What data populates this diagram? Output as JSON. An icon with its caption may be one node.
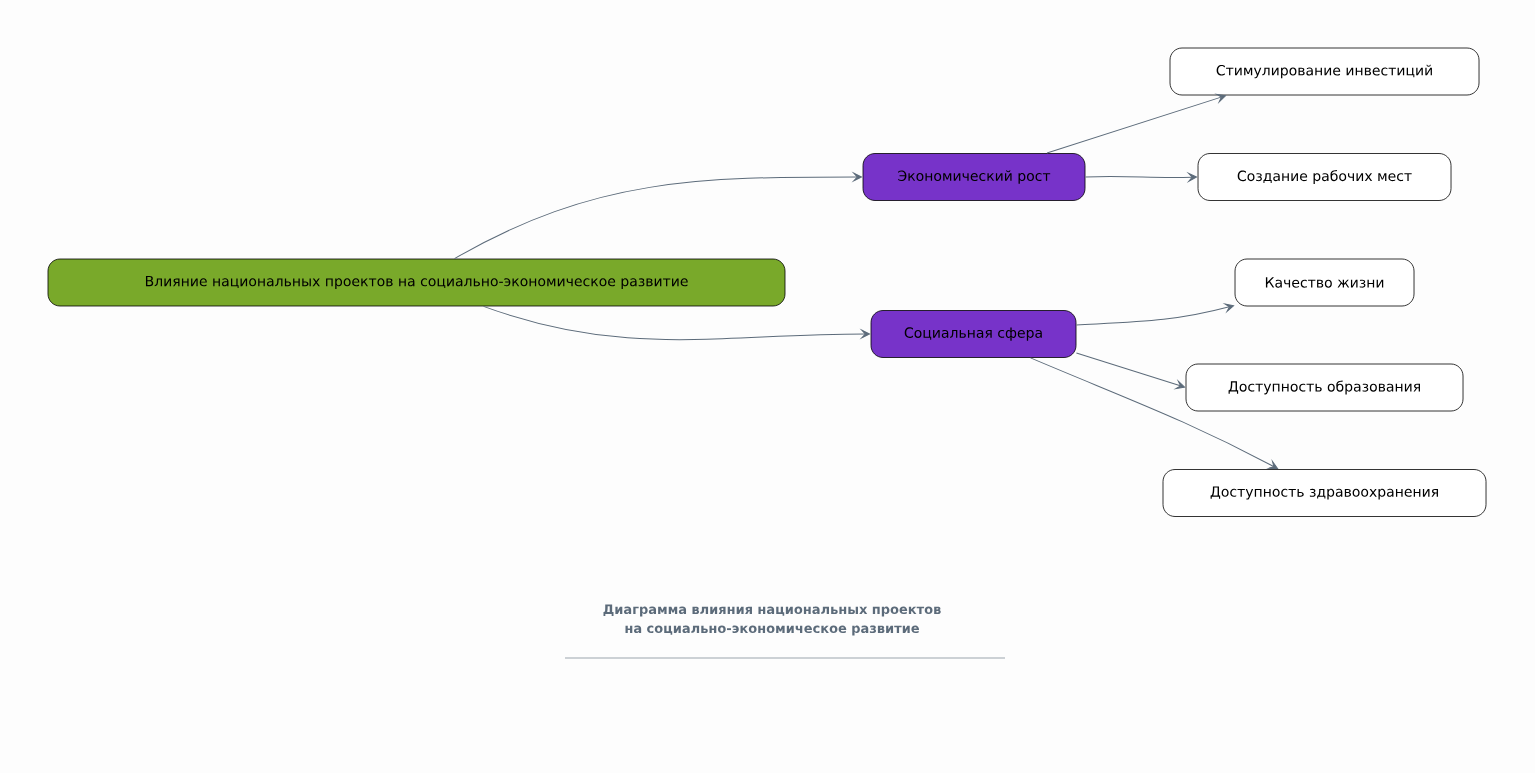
{
  "diagram": {
    "caption": "Диаграмма влияния национальных проектов на социально-экономическое развитие",
    "nodes": [
      {
        "text": [
          "Влияние национальных проектов на социально-экономическое развитие"
        ]
      },
      {
        "text": [
          "Экономический рост"
        ]
      },
      {
        "text": [
          "Стимулирование инвестиций"
        ]
      },
      {
        "text": [
          "Создание рабочих мест"
        ]
      },
      {
        "text": [
          "Социальная сфера"
        ]
      },
      {
        "text": [
          "Качество жизни"
        ]
      },
      {
        "text": [
          "Доступность образования"
        ]
      },
      {
        "text": [
          "Доступность здравоохранения"
        ]
      }
    ],
    "edges": [
      {
        "from": 0,
        "to": 1,
        "arrow": "to"
      },
      {
        "from": 0,
        "to": 4,
        "arrow": "to"
      },
      {
        "from": 1,
        "to": 2,
        "arrow": "to"
      },
      {
        "from": 1,
        "to": 3,
        "arrow": "to"
      },
      {
        "from": 4,
        "to": 5,
        "arrow": "to"
      },
      {
        "from": 4,
        "to": 6,
        "arrow": "to"
      },
      {
        "from": 4,
        "to": 7,
        "arrow": "to"
      }
    ]
  }
}
